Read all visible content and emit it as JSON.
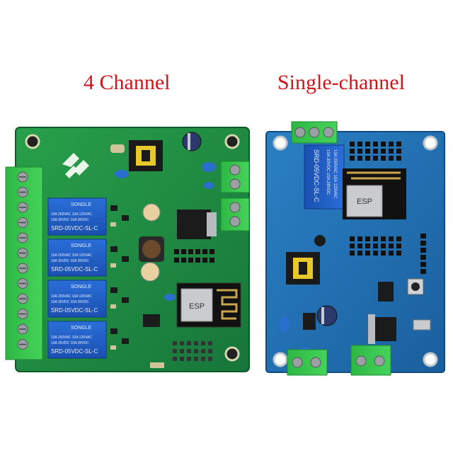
{
  "titles": {
    "left": "4 Channel",
    "right": "Single-channel"
  },
  "relay_left": {
    "brand": "SONGLE",
    "line1": "10A 250VAC 10A 125VAC",
    "line2": "10A 30VDC 10A 28VDC",
    "model": "SRD-05VDC-SL-C"
  },
  "relay_right": {
    "line1": "10A 250VAC 10A 125VAC",
    "line2": "10A 30VDC 10A 28VDC",
    "model": "SRD-05VDC-SL-C"
  },
  "wifi_module_left": "ESP",
  "wifi_module_right": "ESP",
  "colors": {
    "title": "#d0151b",
    "pcb_green": "#1f8a3c",
    "pcb_blue": "#1d6fb0",
    "relay_blue": "#1f5fc4",
    "terminal_green": "#37c24a"
  }
}
